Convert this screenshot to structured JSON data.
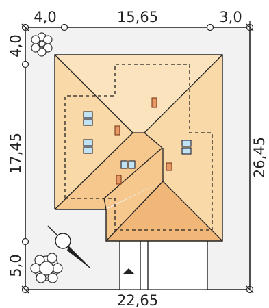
{
  "dimensions": {
    "top_left": "4,0",
    "top_middle": "15,65",
    "top_right": "3,0",
    "left_top": "4,0",
    "left_middle": "17,45",
    "left_bottom": "5,0",
    "right_total": "26,45",
    "bottom_total": "22,65"
  },
  "colors": {
    "plot": "#f2f2f2",
    "roof_light": "#fbe4bd",
    "roof_mid": "#f9d9a8",
    "roof_dark": "#f6c88e",
    "roof_darker": "#f1b778",
    "chimney": "#e89a66",
    "skylight": "#bfe3f5"
  },
  "icons": [
    "tree-icon",
    "north-arrow-icon",
    "entrance-arrow-icon"
  ]
}
